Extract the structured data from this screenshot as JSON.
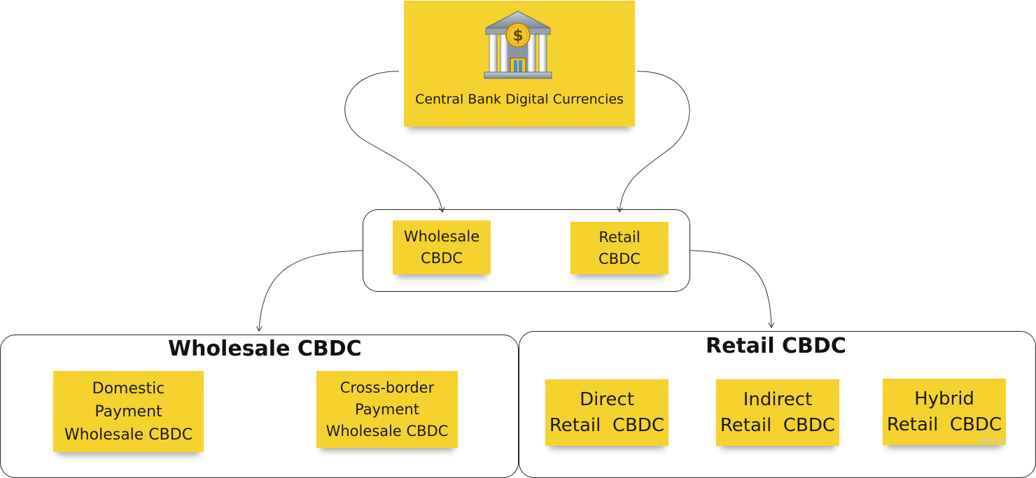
{
  "root": {
    "label": "Central Bank Digital Currencies",
    "icon": "bank-building-dollar-icon"
  },
  "types_group": {
    "notes": [
      {
        "lines": [
          "Wholesale",
          "CBDC"
        ]
      },
      {
        "lines": [
          "Retail",
          "CBDC"
        ]
      }
    ]
  },
  "wholesale_frame": {
    "title": "Wholesale CBDC",
    "notes": [
      {
        "lines": [
          "Domestic",
          "Payment",
          "Wholesale CBDC"
        ]
      },
      {
        "lines": [
          "Cross-border",
          "Payment",
          "Wholesale CBDC"
        ]
      }
    ]
  },
  "retail_frame": {
    "title": "Retail CBDC",
    "notes": [
      {
        "lines": [
          "Direct",
          "Retail  CBDC"
        ]
      },
      {
        "lines": [
          "Indirect",
          "Retail  CBDC"
        ]
      },
      {
        "lines": [
          "Hybrid",
          "Retail  CBDC"
        ]
      }
    ]
  },
  "watermark": "miro",
  "colors": {
    "sticky": "#f6d22e",
    "connector": "#333333",
    "frame_border": "#222222"
  }
}
